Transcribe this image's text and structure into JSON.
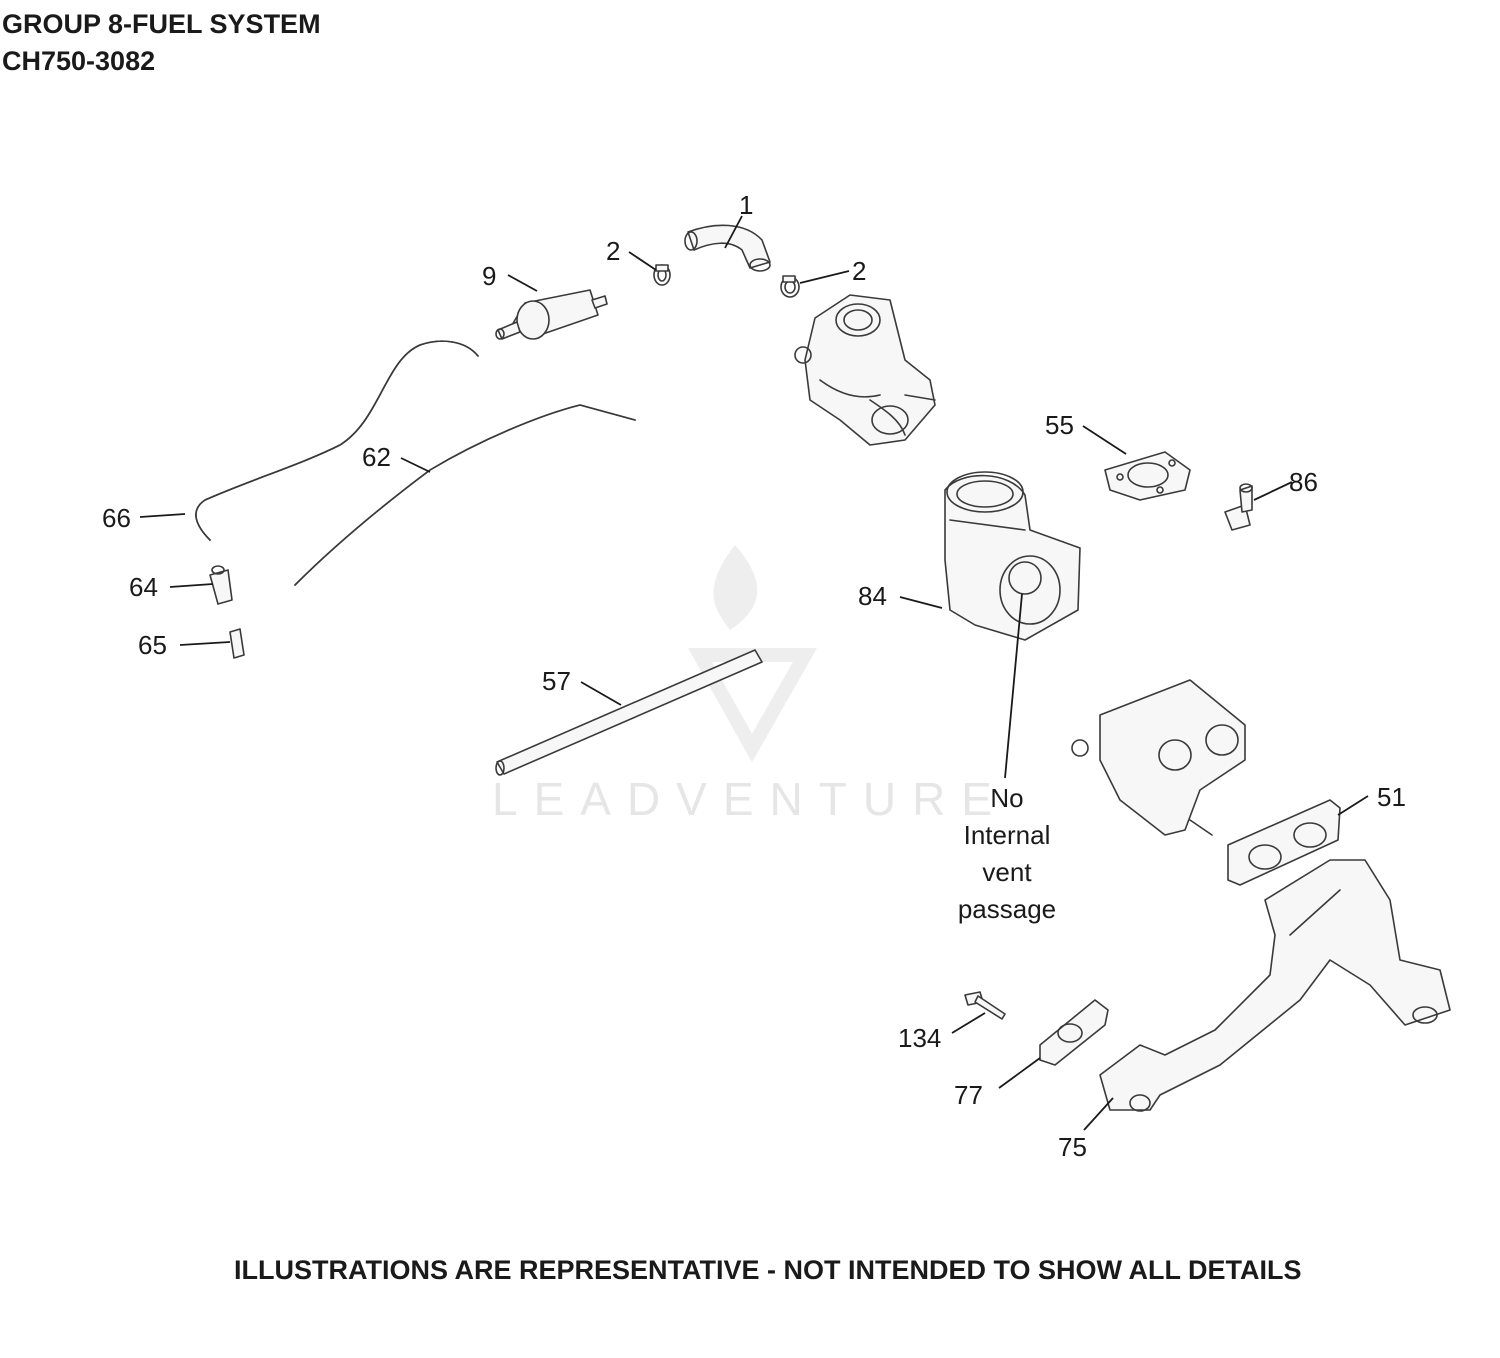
{
  "header": {
    "line1": "GROUP 8-FUEL SYSTEM",
    "line2": "CH750-3082"
  },
  "callouts": {
    "c1": "1",
    "c2a": "2",
    "c2b": "2",
    "c9": "9",
    "c55": "55",
    "c86": "86",
    "c62": "62",
    "c66": "66",
    "c64": "64",
    "c65": "65",
    "c84": "84",
    "c57": "57",
    "c51": "51",
    "c134": "134",
    "c77": "77",
    "c75": "75"
  },
  "note": {
    "line1": "No",
    "line2": "Internal",
    "line3": "vent",
    "line4": "passage"
  },
  "watermark": "LEADVENTURE",
  "footer": {
    "disclaimer": "ILLUSTRATIONS ARE REPRESENTATIVE - NOT INTENDED TO SHOW ALL DETAILS"
  }
}
